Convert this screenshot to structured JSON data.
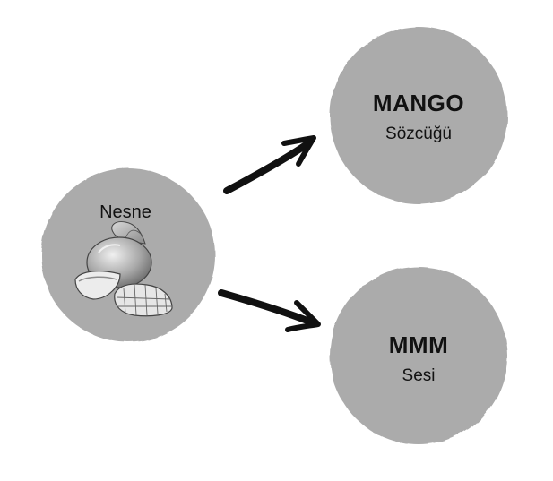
{
  "object_node": {
    "label": "Nesne",
    "icon": "mango-fruit-icon"
  },
  "word_node": {
    "title": "MANGO",
    "subtitle": "Sözcüğü"
  },
  "sound_node": {
    "title": "MMM",
    "subtitle": "Sesi"
  },
  "colors": {
    "circle_fill": "#ababab",
    "circle_edge": "#9e9e9e",
    "arrow": "#111111",
    "text": "#111111"
  }
}
